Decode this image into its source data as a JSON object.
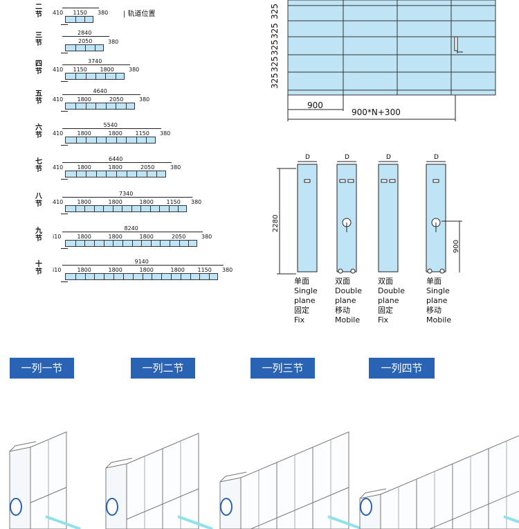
{
  "track_note": "| 轨道位置",
  "rows": [
    {
      "section": "二节",
      "total": "",
      "segments": [
        "1150"
      ],
      "left": "410",
      "right": "380"
    },
    {
      "section": "三节",
      "total": "2840",
      "segments": [
        "2050"
      ],
      "left": "",
      "right": "380"
    },
    {
      "section": "四节",
      "total": "3740",
      "segments": [
        "1150",
        "1800"
      ],
      "left": "410",
      "right": "380"
    },
    {
      "section": "五节",
      "total": "4640",
      "segments": [
        "1800",
        "2050"
      ],
      "left": "410",
      "right": "380"
    },
    {
      "section": "六节",
      "total": "5540",
      "segments": [
        "1800",
        "1800",
        "1150"
      ],
      "left": "410",
      "right": "380"
    },
    {
      "section": "七节",
      "total": "6440",
      "segments": [
        "1800",
        "1800",
        "2050"
      ],
      "left": "410",
      "right": "380"
    },
    {
      "section": "八节",
      "total": "7340",
      "segments": [
        "1800",
        "1800",
        "1800",
        "1150"
      ],
      "left": "410",
      "right": "380"
    },
    {
      "section": "九节",
      "total": "8240",
      "segments": [
        "1800",
        "1800",
        "1800",
        "2050"
      ],
      "left": "i10",
      "right": "380"
    },
    {
      "section": "十节",
      "total": "9140",
      "segments": [
        "1800",
        "1800",
        "1800",
        "1800",
        "1150"
      ],
      "left": "i10",
      "right": "380"
    }
  ],
  "front_view": {
    "heights": [
      "325",
      "325",
      "325",
      "325",
      "325"
    ],
    "width_label": "900",
    "total_label": "900*N+300"
  },
  "side_view": {
    "height_label": "2280",
    "handle_height_label": "900",
    "depth_label": "D",
    "types": [
      {
        "cn1": "单面",
        "en1": "Single",
        "en2": "plane",
        "cn2": "固定",
        "en3": "Fix"
      },
      {
        "cn1": "双面",
        "en1": "Double",
        "en2": "plane",
        "cn2": "移动",
        "en3": "Mobile"
      },
      {
        "cn1": "双面",
        "en1": "Double",
        "en2": "plane",
        "cn2": "固定",
        "en3": "Fix"
      },
      {
        "cn1": "单面",
        "en1": "Single",
        "en2": "plane",
        "cn2": "移动",
        "en3": "Mobile"
      }
    ]
  },
  "configs": [
    "一列一节",
    "一列二节",
    "一列三节",
    "一列四节"
  ],
  "colors": {
    "tag_bg": "#2a63b4",
    "panel_fill": "#bfe4f6",
    "line": "#222222"
  }
}
